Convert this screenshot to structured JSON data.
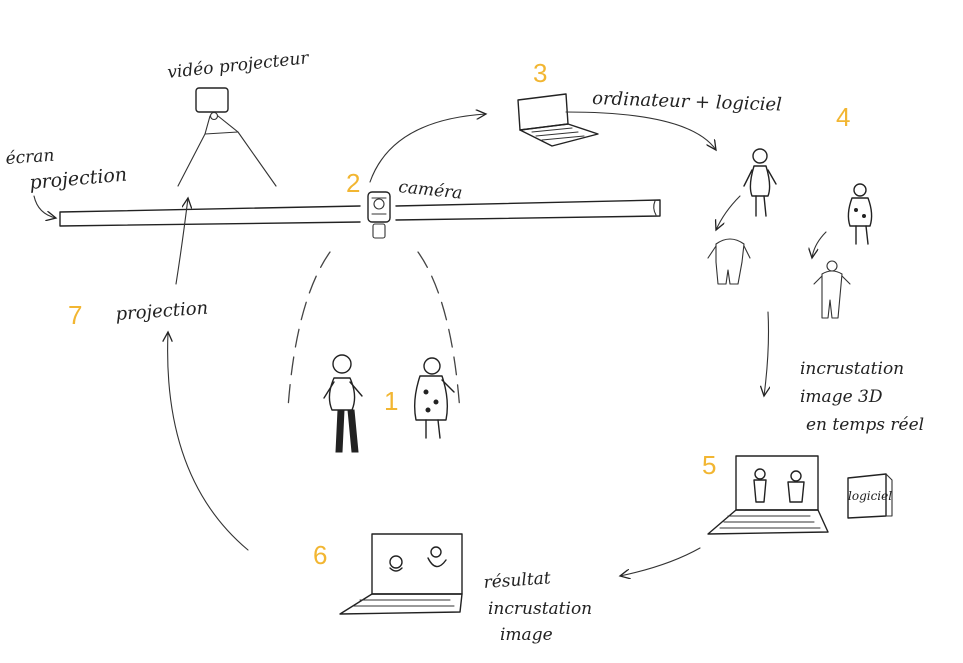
{
  "colors": {
    "ink": "#222222",
    "step_number": "#f2b632",
    "background": "#ffffff"
  },
  "steps": {
    "s1": "1",
    "s2": "2",
    "s3": "3",
    "s4": "4",
    "s5": "5",
    "s6": "6",
    "s7": "7"
  },
  "labels": {
    "video_projector": "vidéo projecteur",
    "screen_line1": "écran",
    "screen_line2": "projection",
    "camera": "caméra",
    "computer_software": "ordinateur + logiciel",
    "inlay_line1": "incrustation",
    "inlay_line2": "image 3D",
    "inlay_line3": "en temps réel",
    "software_box": "logiciel",
    "result_line1": "résultat",
    "result_line2": "incrustation",
    "result_line3": "image",
    "projection": "projection"
  }
}
